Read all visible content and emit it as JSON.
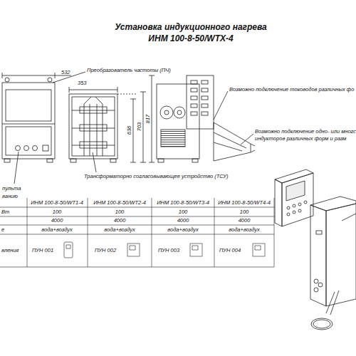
{
  "diagram": {
    "title": "Установка индукционного нагрева ИНМ 100-8-50/WTX-4",
    "labels": [
      "532",
      "353",
      "636",
      "703",
      "817",
      "Преобразователь частоты (ПЧ)",
      "Возможно подключение тоководов различных фо",
      "Возможно подключение одно- или многс",
      "индукторов различных форм и разм",
      "пульта",
      "ванию",
      "Трансформаторно согласовывающее устройство (ТСУ)",
      "Вт",
      "ИНМ 100-8-50/WT1-4",
      "ИНМ 100-8-50/WT2-4",
      "ИНМ 100-8-50/WT3-4",
      "ИНМ 100-8-50/WT4-4",
      "100",
      "100",
      "100",
      "100",
      "4000",
      "4000",
      "4000",
      "4000",
      "е",
      "вода+воздух",
      "вода+воздух",
      "вода+воздух",
      "вода+воздух",
      "вления",
      "ПУН 001",
      "ПУН 002",
      "ПУН 003",
      "ПУН 004"
    ]
  }
}
